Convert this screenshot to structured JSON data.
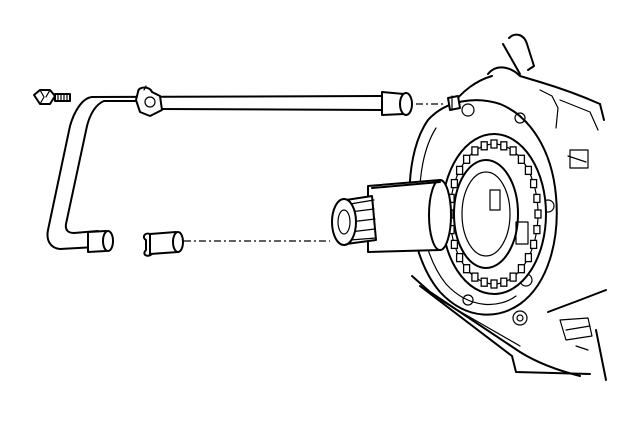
{
  "diagram": {
    "parts": [
      {
        "name": "bolt",
        "icon": "bolt-icon"
      },
      {
        "name": "cooler-pipe",
        "icon": "pipe-icon"
      },
      {
        "name": "pipe-clamp",
        "icon": "clamp-icon"
      },
      {
        "name": "pipe-grommet",
        "icon": "grommet-icon"
      },
      {
        "name": "seal-ring",
        "icon": "seal-icon"
      },
      {
        "name": "splined-shaft",
        "icon": "shaft-icon"
      },
      {
        "name": "torque-converter",
        "icon": "converter-icon"
      },
      {
        "name": "transmission-case",
        "icon": "case-icon"
      }
    ],
    "stroke_color": "#000000",
    "background_color": "#ffffff"
  }
}
